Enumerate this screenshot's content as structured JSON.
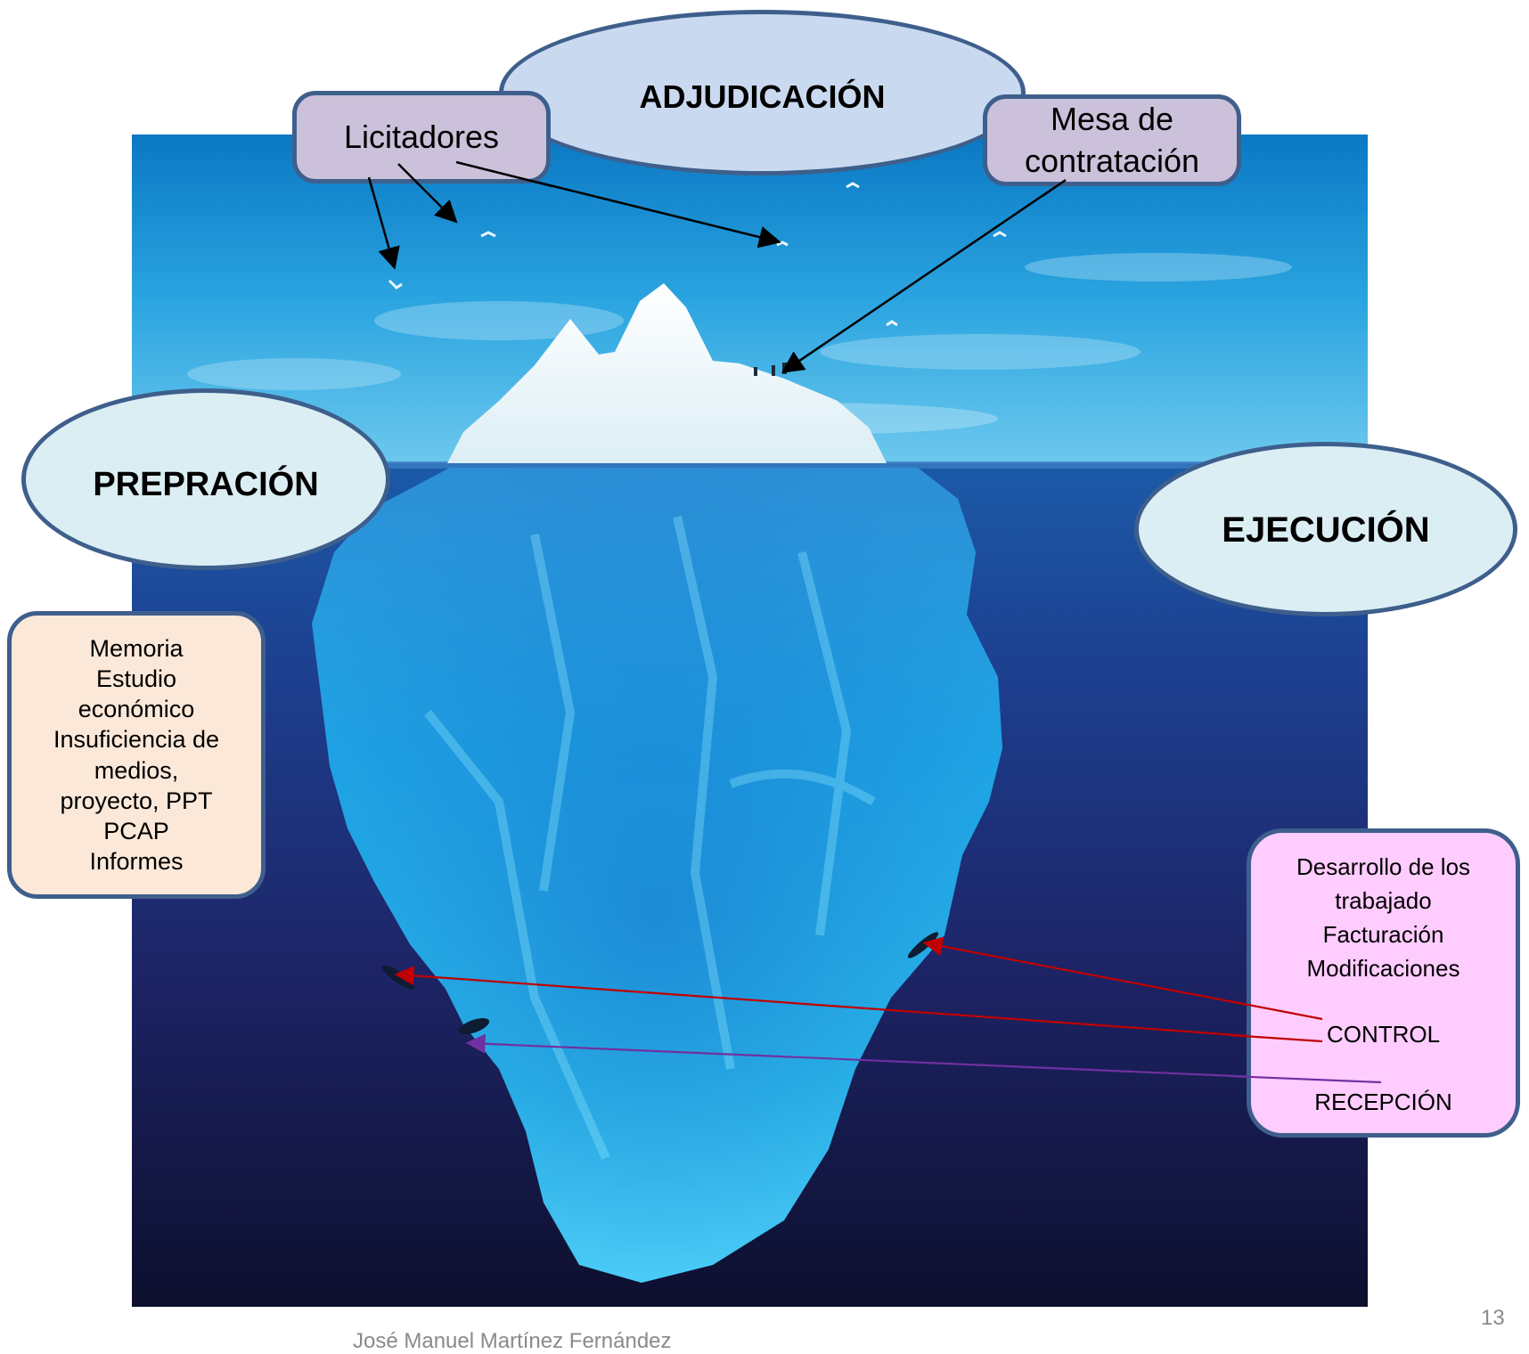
{
  "slide": {
    "page_number": "13",
    "author": "José Manuel Martínez Fernández"
  },
  "phases": {
    "adjudicacion": "ADJUDICACIÓN",
    "preparacion": "PREPRACIÓN",
    "ejecucion": "EJECUCIÓN"
  },
  "boxes": {
    "licitadores": "Licitadores",
    "mesa": [
      "Mesa de",
      "contratación"
    ],
    "preparacion_items": [
      "Memoria",
      "Estudio",
      "económico",
      "Insuficiencia de",
      "medios,",
      "proyecto, PPT",
      "PCAP",
      "Informes"
    ],
    "ejecucion_items": [
      "Desarrollo de los",
      "trabajado",
      "Facturación",
      "Modificaciones"
    ],
    "control_label": "CONTROL",
    "recepcion_label": "RECEPCIÓN"
  },
  "colors": {
    "ellipse_top_fill": "#c9d9ef",
    "ellipse_side_fill": "#dbeef4",
    "purple_box_fill": "#ccc1da",
    "peach_box_fill": "#fbe8d9",
    "pink_box_fill": "#ffccff",
    "outline": "#3e5f8c",
    "arrow_black": "#000000",
    "arrow_red": "#c00000",
    "arrow_purple": "#7030a0"
  }
}
